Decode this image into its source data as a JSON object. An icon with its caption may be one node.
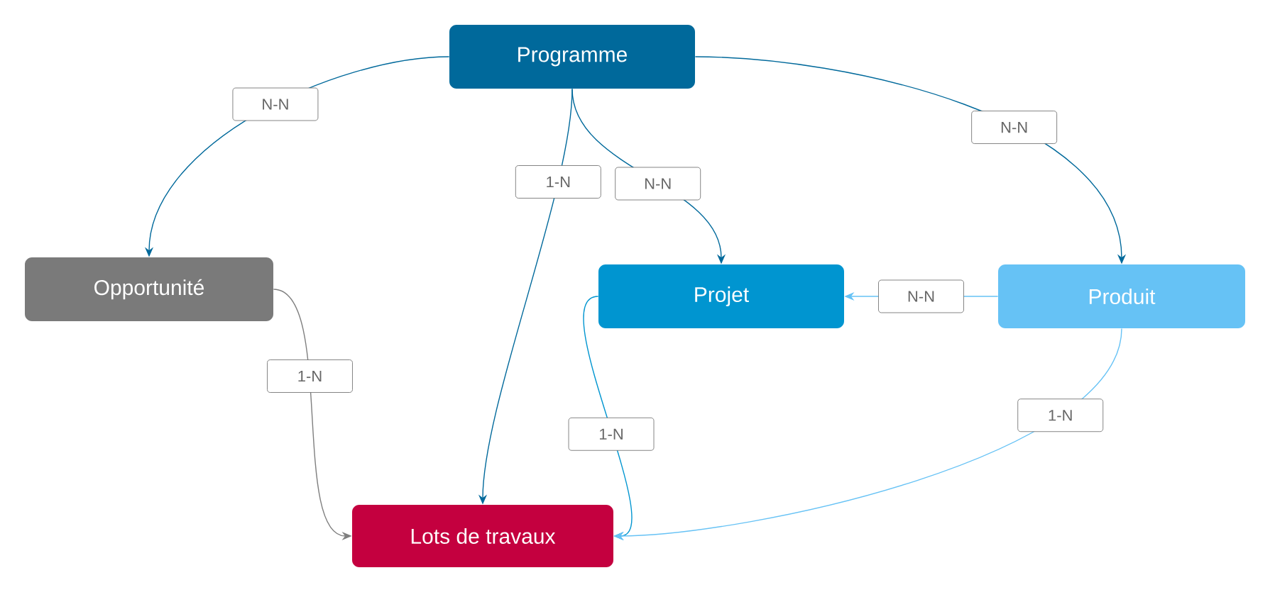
{
  "diagram": {
    "nodes": [
      {
        "text": [
          "Programme"
        ]
      },
      {
        "text": [
          "Opportunité"
        ]
      },
      {
        "text": [
          "Projet"
        ]
      },
      {
        "text": [
          "Produit"
        ]
      },
      {
        "text": [
          "Lots de travaux"
        ]
      }
    ],
    "edges": [
      {
        "from": 0,
        "to": 1,
        "arrow": "to",
        "label": "N-N"
      },
      {
        "from": 0,
        "to": 4,
        "arrow": "to",
        "label": "1-N"
      },
      {
        "from": 0,
        "to": 2,
        "arrow": "to",
        "label": "N-N"
      },
      {
        "from": 0,
        "to": 3,
        "arrow": "to",
        "label": "N-N"
      },
      {
        "from": 3,
        "to": 2,
        "arrow": "to",
        "label": "N-N",
        "color": "#66c2f5"
      },
      {
        "from": 1,
        "to": 4,
        "arrow": "to",
        "label": "1-N",
        "color": "#7f7f7f"
      },
      {
        "from": 2,
        "to": 4,
        "arrow": "to",
        "label": "1-N",
        "color": "#0095d0"
      },
      {
        "from": 3,
        "to": 4,
        "arrow": "to",
        "label": "1-N",
        "color": "#66c2f5"
      }
    ]
  }
}
